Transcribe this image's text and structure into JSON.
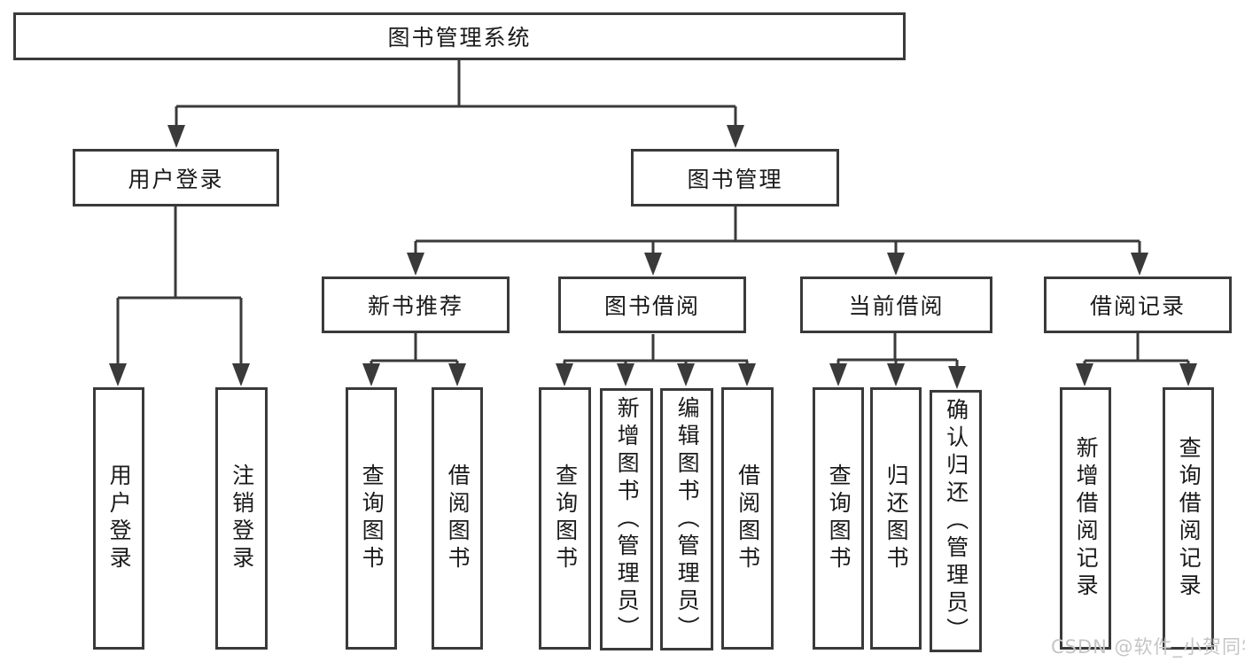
{
  "tree": {
    "label": "图书管理系统",
    "children": [
      {
        "label": "用户登录",
        "children": [
          {
            "label": "用户登录"
          },
          {
            "label": "注销登录"
          }
        ]
      },
      {
        "label": "图书管理",
        "children": [
          {
            "label": "新书推荐",
            "children": [
              {
                "label": "查询图书"
              },
              {
                "label": "借阅图书"
              }
            ]
          },
          {
            "label": "图书借阅",
            "children": [
              {
                "label": "查询图书"
              },
              {
                "label": "新增图书（管理员）"
              },
              {
                "label": "编辑图书（管理员）"
              },
              {
                "label": "借阅图书"
              }
            ]
          },
          {
            "label": "当前借阅",
            "children": [
              {
                "label": "查询图书"
              },
              {
                "label": "归还图书"
              },
              {
                "label": "确认归还（管理员）"
              }
            ]
          },
          {
            "label": "借阅记录",
            "children": [
              {
                "label": "新增借阅记录"
              },
              {
                "label": "查询借阅记录"
              }
            ]
          }
        ]
      }
    ]
  },
  "watermark": {
    "text": "CSDN @软件_小贺同学",
    "color": "#c5c5c5"
  },
  "colors": {
    "line": "#3a3a3a",
    "border": "#3a3a3a",
    "text": "#1a1a1a",
    "background": "#ffffff"
  }
}
